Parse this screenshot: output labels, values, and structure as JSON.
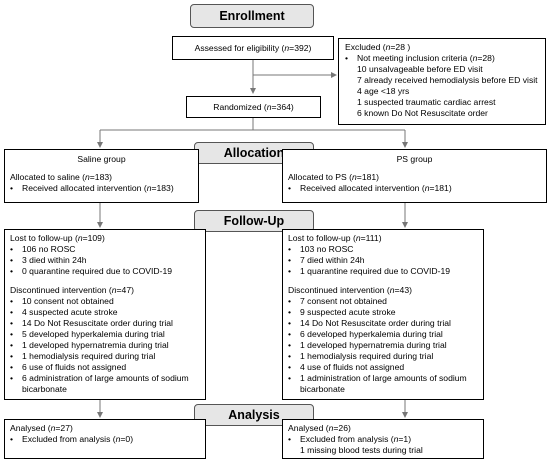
{
  "stages": {
    "enrollment": "Enrollment",
    "allocation": "Allocation",
    "followup": "Follow-Up",
    "analysis": "Analysis"
  },
  "assessed": {
    "pre": "Assessed for eligibility (",
    "n": "n",
    "post": "=392)"
  },
  "excluded": {
    "title_pre": "Excluded  (",
    "title_n": "n",
    "title_post": "=28 )",
    "line1_pre": "Not meeting inclusion criteria (",
    "line1_n": "n",
    "line1_post": "=28)",
    "items": [
      "10 unsalvageable before ED visit",
      "7 already received hemodialysis before ED visit",
      "4 age <18 yrs",
      "1 suspected traumatic cardiac arrest",
      "6 known Do Not Resuscitate order"
    ]
  },
  "randomized": {
    "pre": "Randomized (",
    "n": "n",
    "post": "=364)"
  },
  "saline": {
    "group_label": "Saline group",
    "alloc_pre": "Allocated to saline (",
    "alloc_n": "n",
    "alloc_post": "=183)",
    "received_pre": "Received allocated intervention (",
    "received_n": "n",
    "received_post": "=183)",
    "lost_pre": "Lost to follow-up (",
    "lost_n": "n",
    "lost_post": "=109)",
    "lost_items": [
      "106 no ROSC",
      "3 died within 24h",
      "0 quarantine required due to COVID-19"
    ],
    "disc_pre": "Discontinued intervention (",
    "disc_n": "n",
    "disc_post": "=47)",
    "disc_items": [
      "10 consent not obtained",
      "4 suspected acute stroke",
      "14 Do Not Resuscitate order during trial",
      "5 developed hyperkalemia during trial",
      "1 developed hypernatremia during trial",
      "1 hemodialysis required during trial",
      "6 use of fluids not assigned",
      "6 administration of large amounts of sodium",
      "bicarbonate"
    ],
    "analysed_pre": "Analysed  (",
    "analysed_n": "n",
    "analysed_post": "=27)",
    "excl_pre": "Excluded from analysis (",
    "excl_n": "n",
    "excl_post": "=0)"
  },
  "ps": {
    "group_label": "PS group",
    "alloc_pre": "Allocated to PS (",
    "alloc_n": "n",
    "alloc_post": "=181)",
    "received_pre": "Received allocated intervention (",
    "received_n": "n",
    "received_post": "=181)",
    "lost_pre": "Lost to follow-up (",
    "lost_n": "n",
    "lost_post": "=111)",
    "lost_items": [
      "103 no ROSC",
      "7 died within 24h",
      "1 quarantine required due to COVID-19"
    ],
    "disc_pre": "Discontinued intervention (",
    "disc_n": "n",
    "disc_post": "=43)",
    "disc_items": [
      "7 consent not obtained",
      "9 suspected acute stroke",
      "14 Do Not Resuscitate order during trial",
      "6 developed hyperkalemia during trial",
      "1 developed hypernatremia during trial",
      "1 hemodialysis required during trial",
      "4 use of fluids not assigned",
      "1 administration of large amounts of sodium",
      "bicarbonate"
    ],
    "analysed_pre": "Analysed  (",
    "analysed_n": "n",
    "analysed_post": "=26)",
    "excl_pre": "Excluded from analysis (",
    "excl_n": "n",
    "excl_post": "=1)",
    "excl_note": "1 missing blood tests during trial"
  }
}
